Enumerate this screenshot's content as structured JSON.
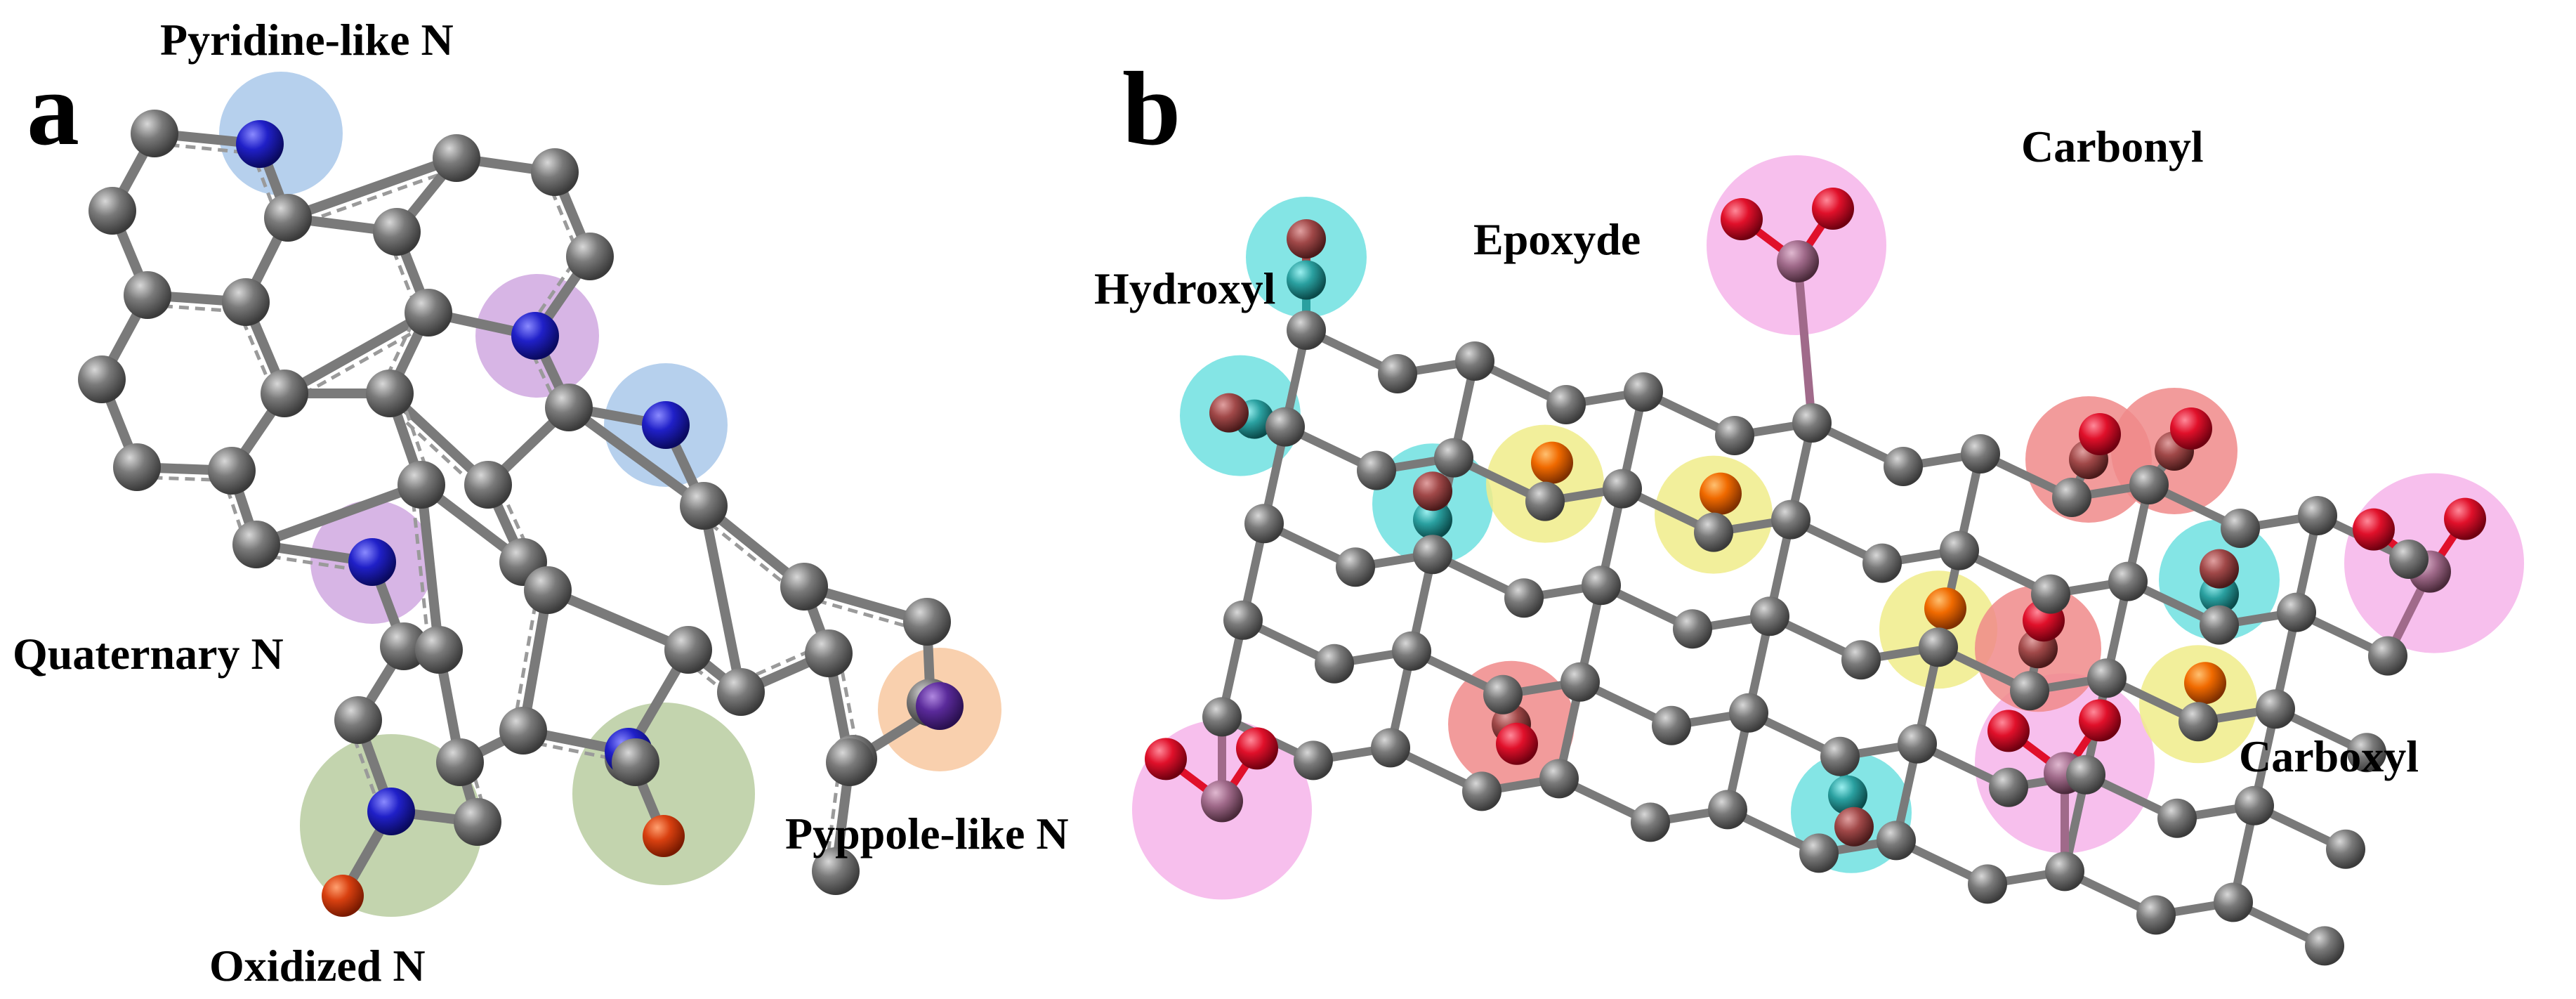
{
  "panels": {
    "a": {
      "letter": "a",
      "labels": {
        "pyridine": "Pyridine-like N",
        "quaternary": "Quaternary N",
        "oxidized": "Oxidized N",
        "pyrrole": "Pyppole-like N"
      }
    },
    "b": {
      "letter": "b",
      "labels": {
        "hydroxyl": "Hydroxyl",
        "epoxyde": "Epoxyde",
        "carbonyl": "Carbonyl",
        "carboxyl": "Carboxyl"
      }
    }
  },
  "colors": {
    "carbon": "#6d6d6d",
    "bond": "#7a7a7a",
    "nitrogen": "#2020c8",
    "pyrrole_n": "#5a2a9a",
    "oxygen_red": "#e0102a",
    "oxygen_orange": "#e04a10",
    "epoxy_o": "#f06a00",
    "hydroxyl_c": "#2aa0a0",
    "hydroxyl_o": "#b04a4a",
    "carboxyl_c": "#a06a8a",
    "halo_blue": "#a9c8ea",
    "halo_purple": "#d0a8e0",
    "halo_green": "#b8cca0",
    "halo_orange": "#f8c8a0",
    "halo_cyan": "#6ee0e0",
    "halo_yellow": "#f0ec8a",
    "halo_red": "#f08a8a",
    "halo_pink": "#f6b4ea"
  }
}
